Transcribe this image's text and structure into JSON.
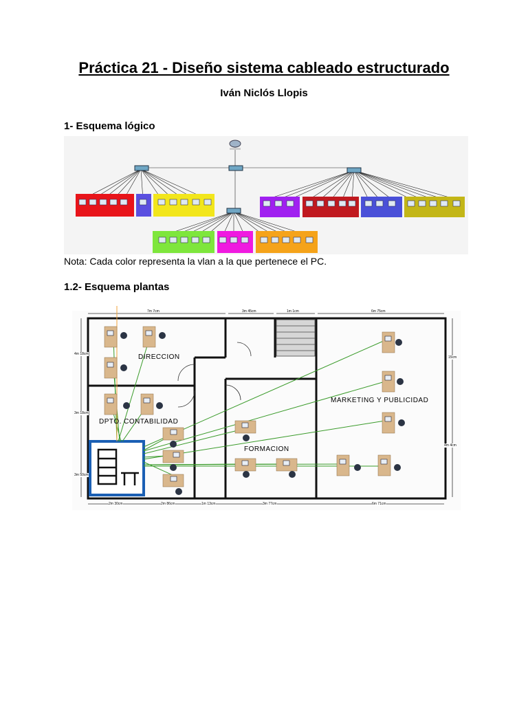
{
  "document": {
    "title": "Práctica 21 - Diseño sistema cableado estructurado",
    "author": "Iván Niclós Llopis",
    "section1_heading": "1- Esquema lógico",
    "note": "Nota: Cada color representa la vlan a la que pertenece el PC.",
    "section2_heading": "1.2- Esquema plantas"
  },
  "logical_diagram": {
    "vlan_colors": [
      "#e8141a",
      "#5a4fe0",
      "#f2e61c",
      "#a020f0",
      "#c0191f",
      "#4a50d8",
      "#c3b617",
      "#7ee63c",
      "#f01ae0",
      "#f5a31a"
    ]
  },
  "floor_plan": {
    "rooms": [
      {
        "label": "DIRECCION"
      },
      {
        "label": "DPTO. CONTABILIDAD"
      },
      {
        "label": "FORMACION"
      },
      {
        "label": "MARKETING Y PUBLICIDAD"
      }
    ],
    "dimensions": {
      "top_left": "7m 7cm",
      "top_mid": "3m 45cm",
      "top_stairs": "1m 1cm",
      "top_right": "6m 75cm",
      "bottom_1": "2m 30cm",
      "bottom_2": "2m 86cm",
      "bottom_3": "1m 13cm",
      "bottom_4": "3m 77cm",
      "bottom_5": "6m 71cm",
      "left_1": "4m 18cm",
      "left_2": "3m 18cm",
      "left_3": "3m 50cm",
      "right_1": "15cm",
      "right_2": "4m 4cm"
    }
  }
}
